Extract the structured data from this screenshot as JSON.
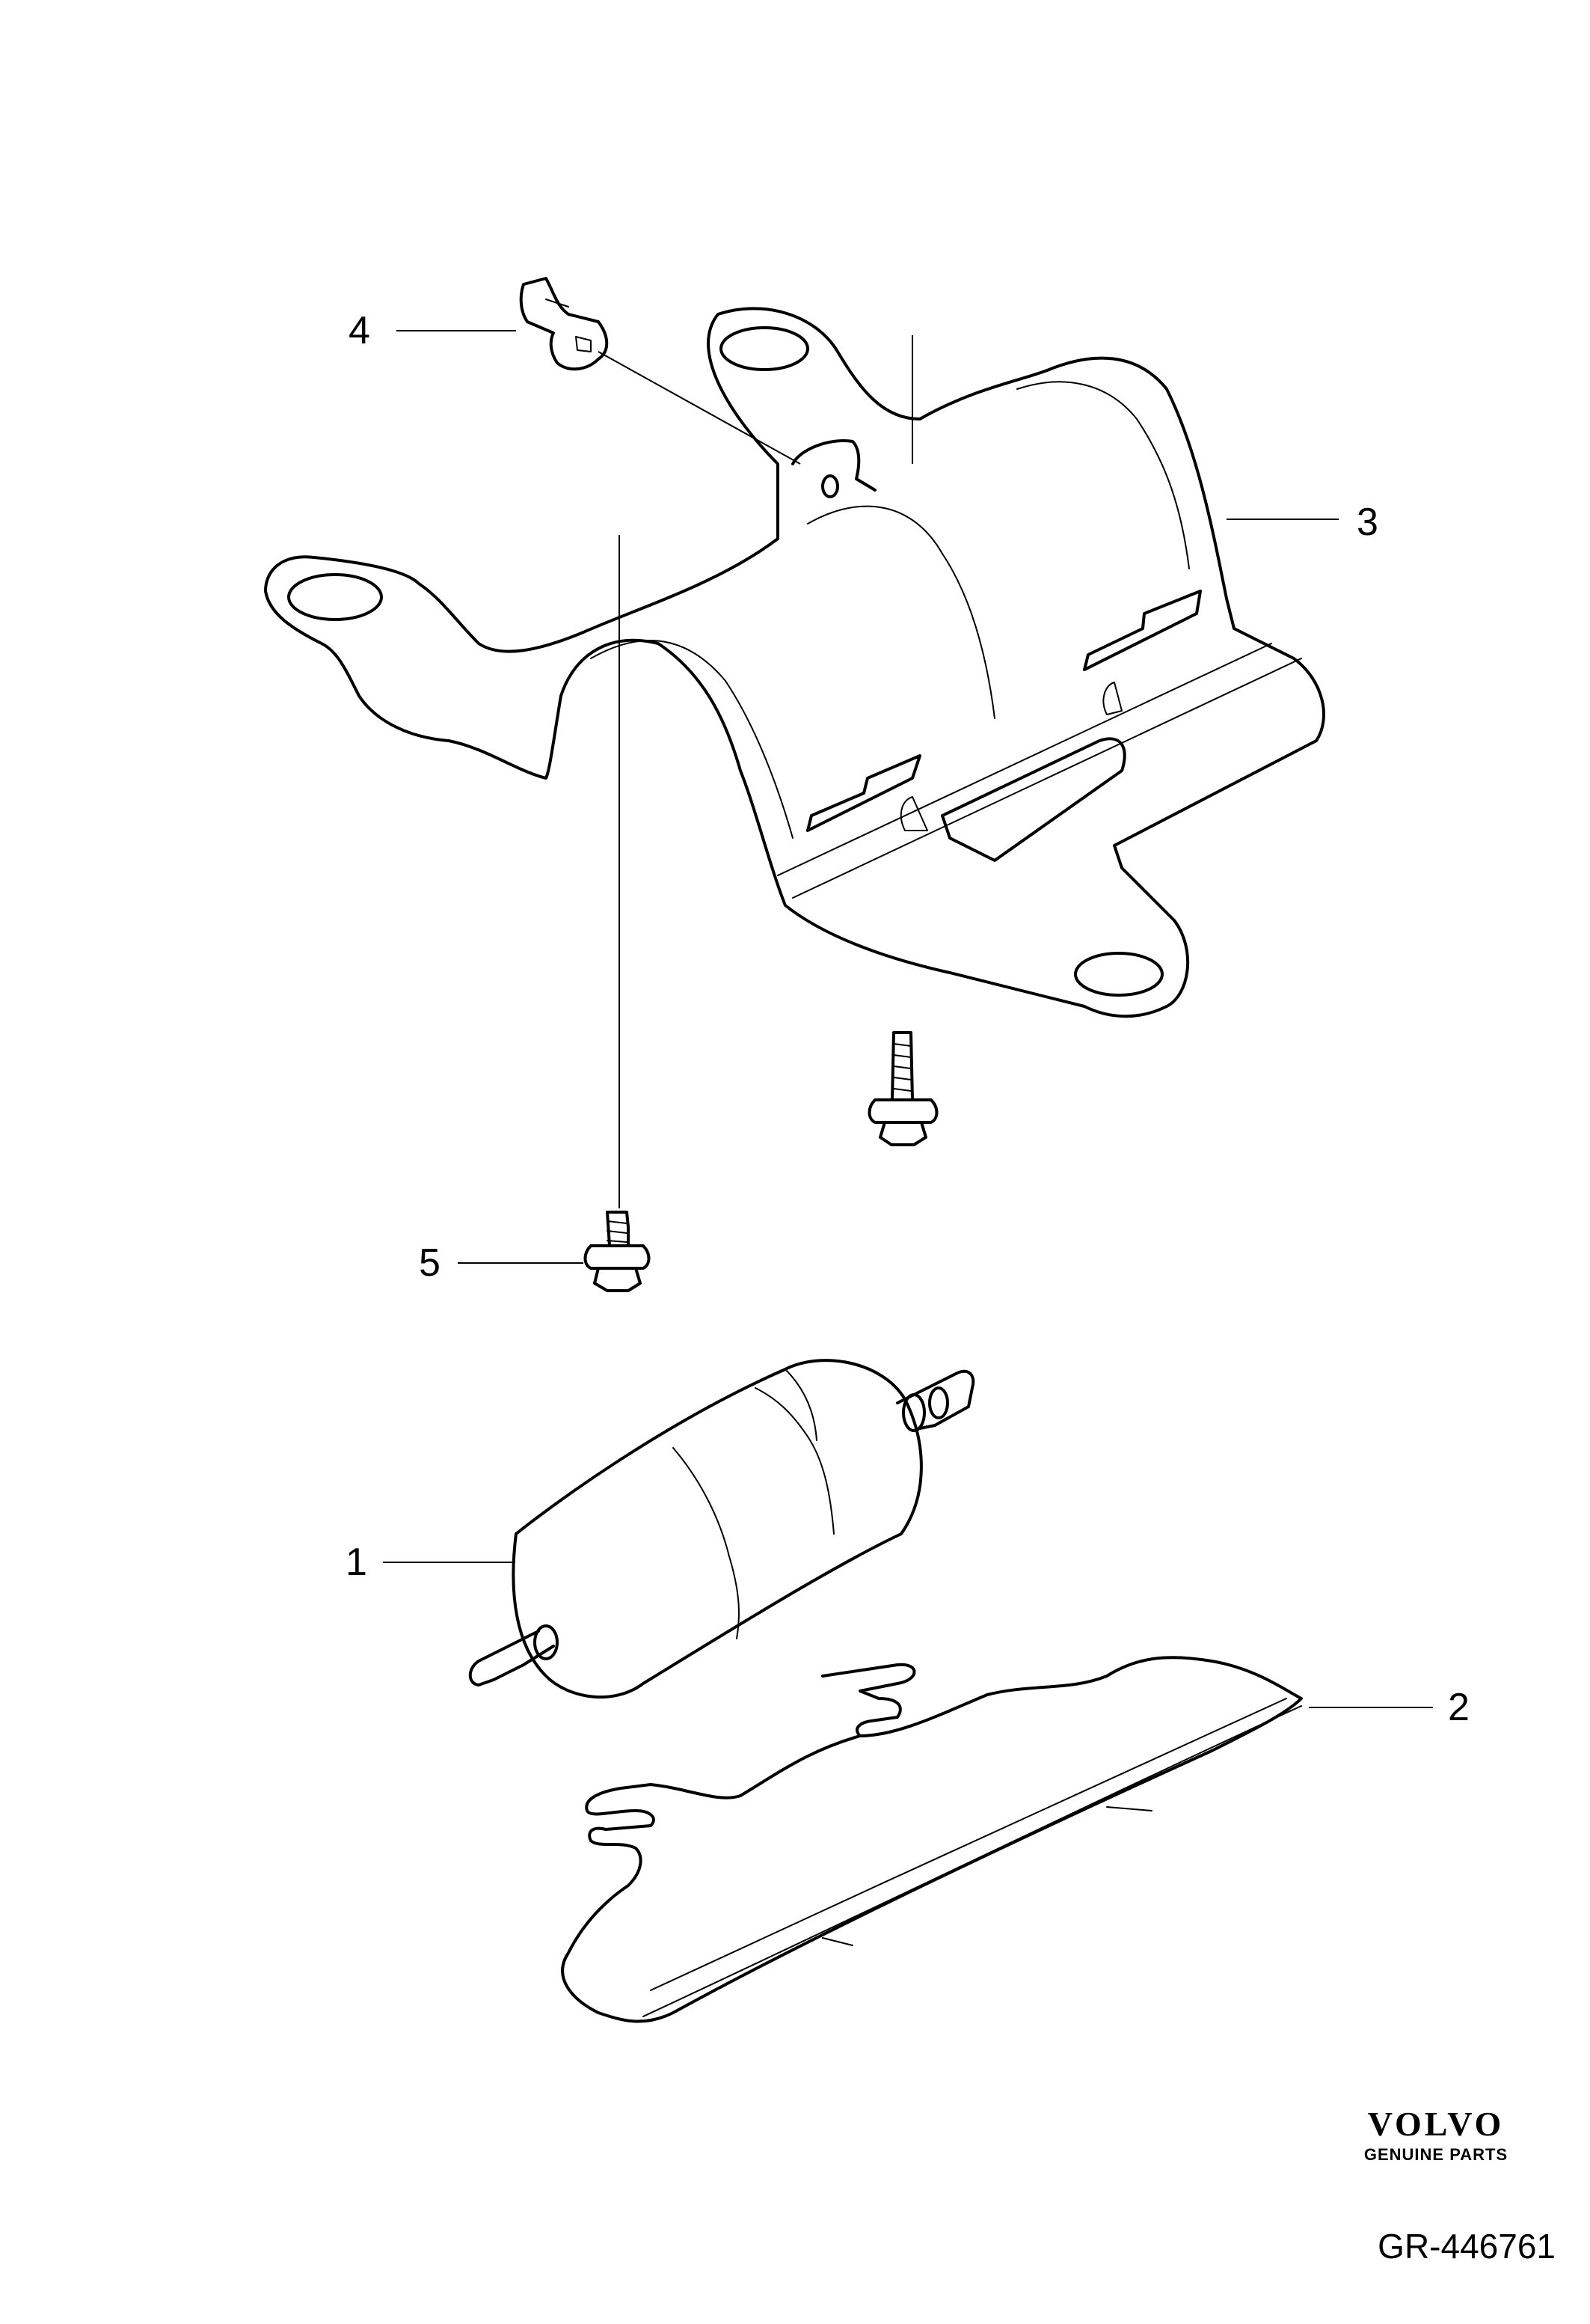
{
  "callouts": [
    {
      "id": "1",
      "label": "1"
    },
    {
      "id": "2",
      "label": "2"
    },
    {
      "id": "3",
      "label": "3"
    },
    {
      "id": "4",
      "label": "4"
    },
    {
      "id": "5",
      "label": "5"
    }
  ],
  "brand": {
    "logo_text": "VOLVO",
    "subtitle": "GENUINE PARTS"
  },
  "reference": "GR-446761"
}
